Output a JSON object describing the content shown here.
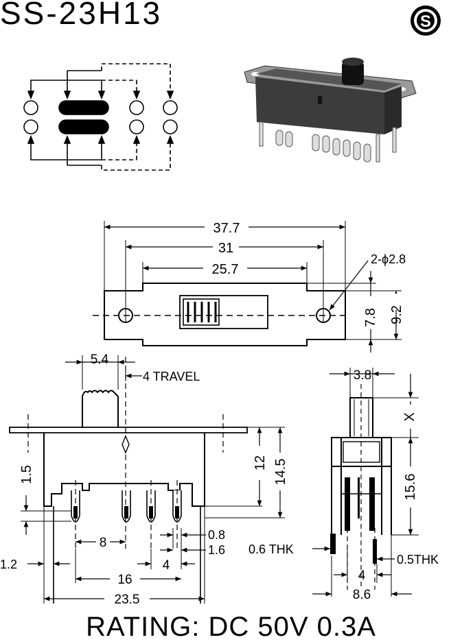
{
  "header": {
    "model": "SS-23H13",
    "logo_letter": "S"
  },
  "footer": {
    "rating": "RATING: DC 50V 0.3A"
  },
  "top_view": {
    "overall_length": "37.7",
    "mount_pitch": "31",
    "body_length": "25.7",
    "hole_callout": "2-ϕ2.8",
    "body_width": "7.8",
    "plate_width": "9.2"
  },
  "side_view": {
    "actuator_width": "5.4",
    "travel": "4 TRAVEL",
    "body_height": "12",
    "total_height": "14.5",
    "plate_offset": "1.5",
    "pin_pitch": "8",
    "pin_width": "0.8",
    "pin_gap": "1.6",
    "pin_spacing": "4",
    "edge_offset": "1.2",
    "pin_span": "16",
    "body_length": "23.5"
  },
  "end_view": {
    "actuator_width": "3.8",
    "actuator_height": "X",
    "body_height": "15.6",
    "pin_thickness_left": "0.6 THK",
    "pin_thickness_right": "0.5THK",
    "pin_spacing": "4",
    "body_width": "8.6"
  },
  "colors": {
    "ink": "#000000",
    "body_shade": "#3c3c3c",
    "paper": "#ffffff"
  }
}
